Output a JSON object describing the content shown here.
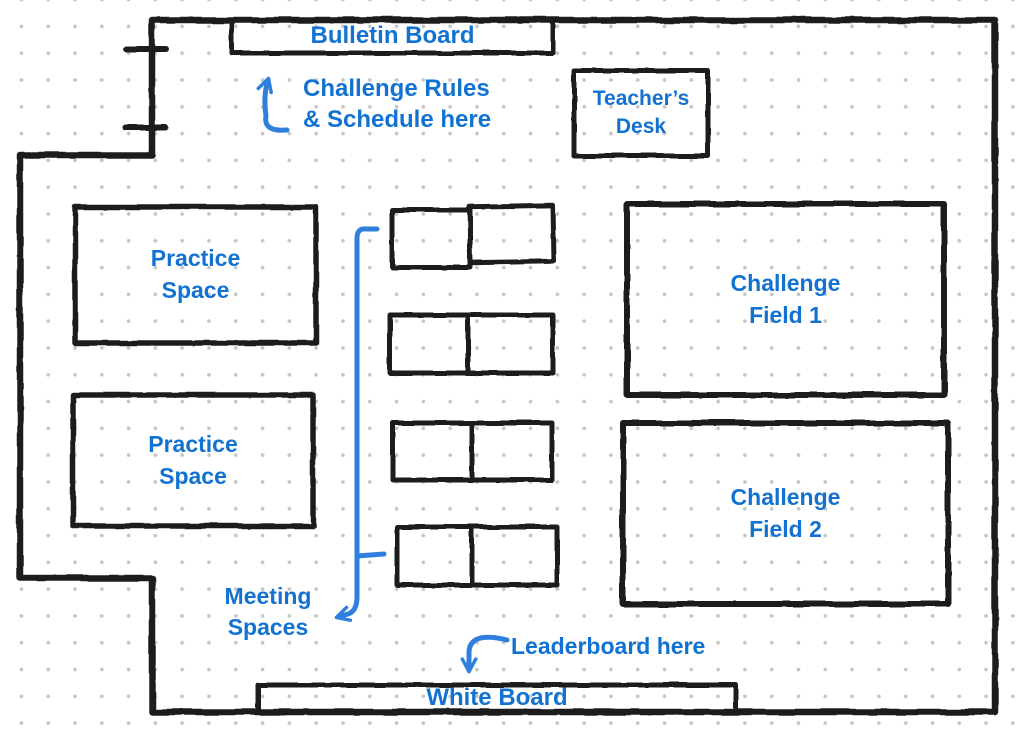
{
  "title": "Classroom challenge floor plan",
  "colors": {
    "ink": "#1f1f1f",
    "accent_text": "#1272d2",
    "accent_arrow": "#2f80dd",
    "dot": "#c6c6c6",
    "background": "#ffffff"
  },
  "rooms": {
    "bulletin_board": "Bulletin Board",
    "teachers_desk": "Teacher’s\nDesk",
    "practice_space_1": "Practice\nSpace",
    "practice_space_2": "Practice\nSpace",
    "challenge_field_1": "Challenge\nField 1",
    "challenge_field_2": "Challenge\nField 2",
    "white_board": "White Board"
  },
  "annotations": {
    "challenge_rules": "Challenge Rules\n& Schedule here",
    "meeting_spaces": "Meeting\nSpaces",
    "leaderboard": "Leaderboard here"
  },
  "icons": {
    "up_arrow": "arrow pointing up at bulletin board",
    "left_arrow": "arrow pointing left from meeting-spaces bracket",
    "down_arrow": "arrow pointing down at white board"
  }
}
